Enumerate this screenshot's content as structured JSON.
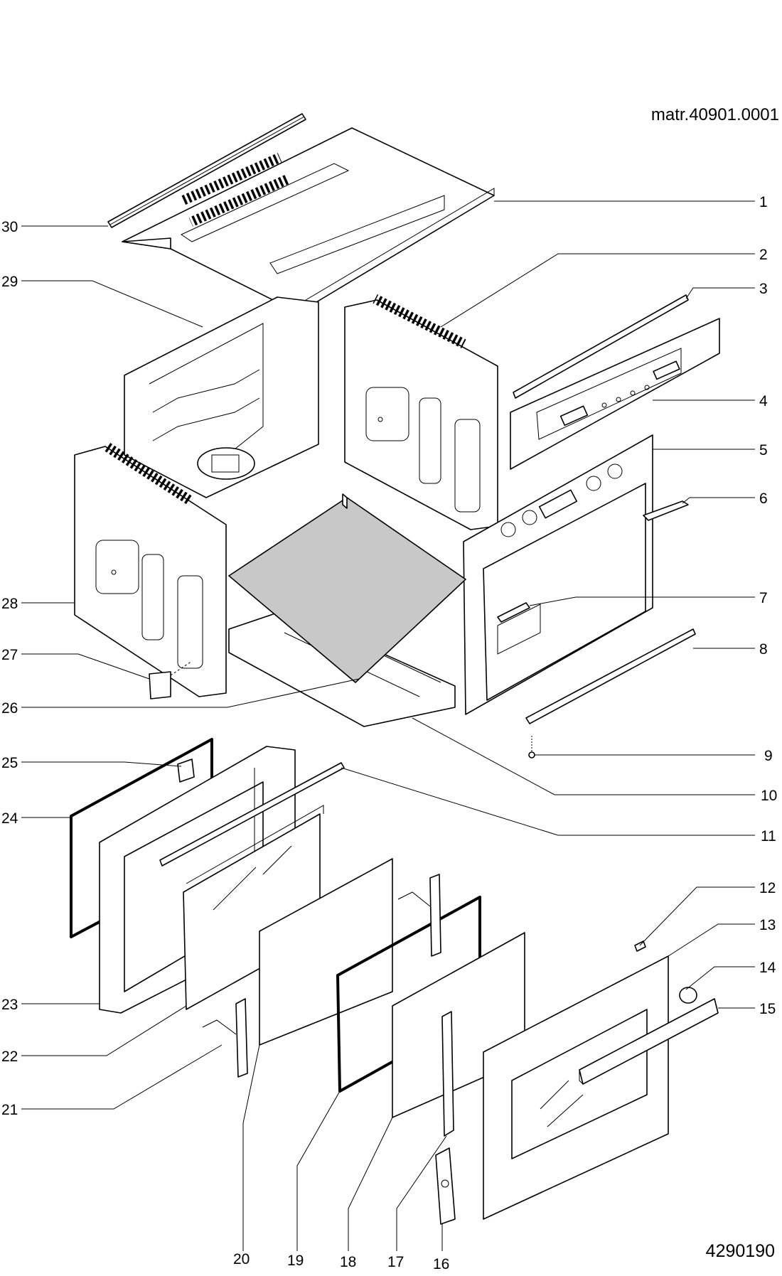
{
  "header": {
    "material_code": "matr.40901.0001"
  },
  "footer": {
    "drawing_number": "4290190"
  },
  "parts": [
    {
      "id": "p1",
      "label": "1"
    },
    {
      "id": "p2",
      "label": "2"
    },
    {
      "id": "p3",
      "label": "3"
    },
    {
      "id": "p4",
      "label": "4"
    },
    {
      "id": "p5",
      "label": "5"
    },
    {
      "id": "p6",
      "label": "6"
    },
    {
      "id": "p7",
      "label": "7"
    },
    {
      "id": "p8",
      "label": "8"
    },
    {
      "id": "p9",
      "label": "9"
    },
    {
      "id": "p10",
      "label": "10"
    },
    {
      "id": "p11",
      "label": "11"
    },
    {
      "id": "p12",
      "label": "12"
    },
    {
      "id": "p13",
      "label": "13"
    },
    {
      "id": "p14",
      "label": "14"
    },
    {
      "id": "p15",
      "label": "15"
    },
    {
      "id": "p16",
      "label": "16"
    },
    {
      "id": "p17",
      "label": "17"
    },
    {
      "id": "p18",
      "label": "18"
    },
    {
      "id": "p19",
      "label": "19"
    },
    {
      "id": "p20",
      "label": "20"
    },
    {
      "id": "p21",
      "label": "21"
    },
    {
      "id": "p22",
      "label": "22"
    },
    {
      "id": "p23",
      "label": "23"
    },
    {
      "id": "p24",
      "label": "24"
    },
    {
      "id": "p25",
      "label": "25"
    },
    {
      "id": "p26",
      "label": "26"
    },
    {
      "id": "p27",
      "label": "27"
    },
    {
      "id": "p28",
      "label": "28"
    },
    {
      "id": "p29",
      "label": "29"
    },
    {
      "id": "p30",
      "label": "30"
    }
  ]
}
